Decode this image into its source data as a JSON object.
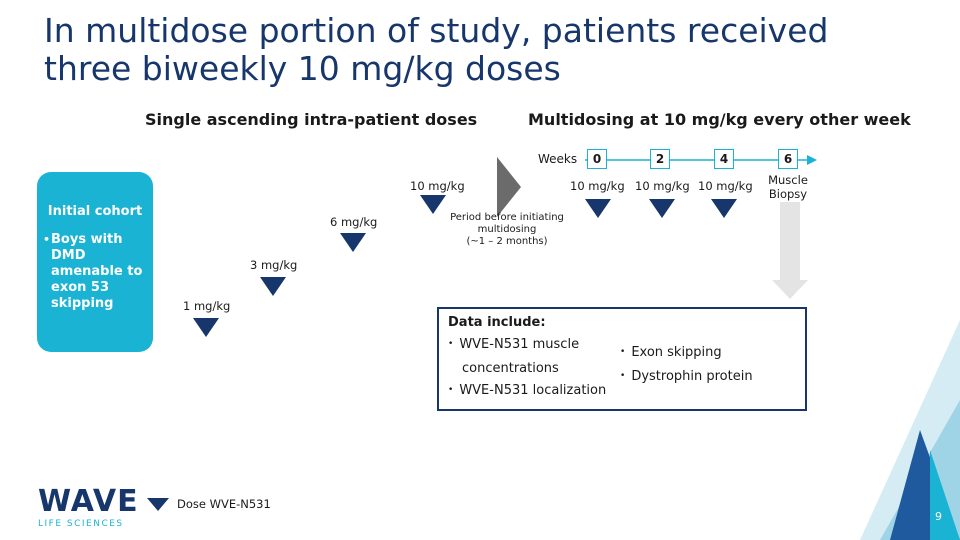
{
  "title": "In multidose portion of study, patients received three biweekly 10 mg/kg doses",
  "sections": {
    "single_ascending": "Single ascending intra-patient doses",
    "multidosing": "Multidosing at 10 mg/kg every other week"
  },
  "cohort": {
    "title": "Initial cohort",
    "bullet": "•",
    "item": "Boys with DMD amenable to exon 53 skipping"
  },
  "ascending_doses": [
    "1 mg/kg",
    "3 mg/kg",
    "6 mg/kg",
    "10 mg/kg"
  ],
  "period": {
    "line1": "Period before initiating",
    "line2": "multidosing",
    "line3": "(~1 – 2 months)"
  },
  "timeline": {
    "label": "Weeks",
    "weeks": [
      "0",
      "2",
      "4",
      "6"
    ],
    "multi_doses": [
      "10 mg/kg",
      "10 mg/kg",
      "10 mg/kg"
    ],
    "biopsy_line1": "Muscle",
    "biopsy_line2": "Biopsy"
  },
  "data_box": {
    "title": "Data include:",
    "bullet": "•",
    "items_left": [
      "WVE-N531 muscle",
      "concentrations",
      "WVE-N531 localization"
    ],
    "items_right": [
      "Exon skipping",
      "Dystrophin protein"
    ]
  },
  "legend": {
    "label": "Dose WVE-N531"
  },
  "logo": {
    "name": "WAVE",
    "sub": "LIFE SCIENCES"
  },
  "page_number": "9",
  "colors": {
    "navy": "#17366b",
    "teal": "#1ab3d3",
    "light_gray": "#e4e4e4",
    "dark_gray": "#6b6b6b"
  }
}
